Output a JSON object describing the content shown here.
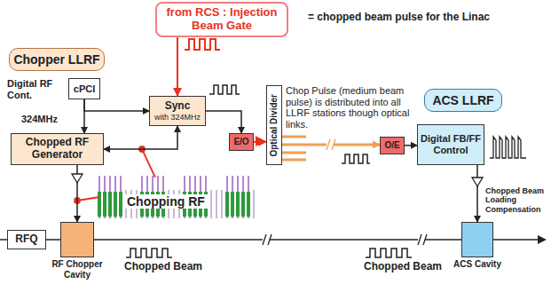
{
  "diagram": {
    "nodes": [
      {
        "text": [
          "from RCS : Injection Beam Gate"
        ]
      },
      {
        "text": [
          "Chopper LLRF"
        ]
      },
      {
        "text": [
          "cPCI"
        ]
      },
      {
        "text": [
          "Sync",
          "with 324MHz"
        ]
      },
      {
        "text": [
          "Chopped RF Generator"
        ]
      },
      {
        "text": [
          "E/O"
        ]
      },
      {
        "text": [
          "Optical Divider"
        ]
      },
      {
        "text": [
          "O/E"
        ]
      },
      {
        "text": [
          "ACS LLRF"
        ]
      },
      {
        "text": [
          "Digital FB/FF Control"
        ]
      },
      {
        "text": [
          "RFQ"
        ]
      },
      {
        "text": [
          "RF Chopper Cavity"
        ]
      },
      {
        "text": [
          "ACS Cavity"
        ]
      }
    ],
    "edges": [
      {
        "from": 0,
        "to": 3,
        "arrow": "to"
      },
      {
        "from": 2,
        "to": 3,
        "arrow": "to"
      },
      {
        "from": 2,
        "to": 4,
        "arrow": "to"
      },
      {
        "from": 4,
        "to": 3,
        "arrow": "both"
      },
      {
        "from": 3,
        "to": 5,
        "arrow": "to"
      },
      {
        "from": 5,
        "to": 6,
        "arrow": "to"
      },
      {
        "from": 6,
        "to": 7,
        "arrow": "to"
      },
      {
        "from": 7,
        "to": 9,
        "arrow": "to"
      },
      {
        "from": 4,
        "to": 11,
        "arrow": "to"
      },
      {
        "from": 9,
        "to": 12,
        "arrow": "to"
      },
      {
        "from": 10,
        "to": 11,
        "arrow": "none"
      },
      {
        "from": 11,
        "to": 12,
        "arrow": "none"
      }
    ],
    "labels": [
      "= chopped beam pulse for the Linac",
      "Digital RF Cont.",
      "324MHz",
      "Chop Pulse (medium beam pulse) is distributed into all LLRF stations though optical links.",
      "Chopping RF",
      "Chopped Beam",
      "Chopped Beam",
      "Chopped Beam Loading Compensation"
    ]
  }
}
